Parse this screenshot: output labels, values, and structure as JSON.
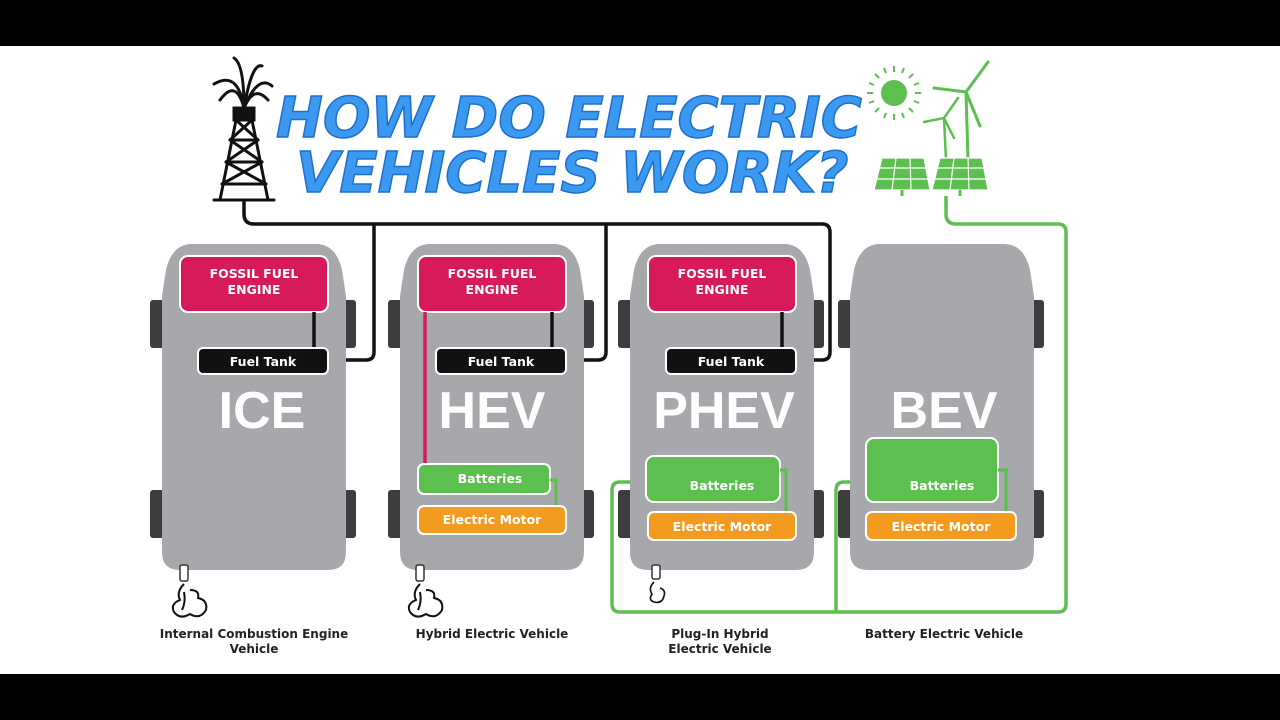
{
  "title": {
    "line1": "HOW DO ELECTRIC",
    "line2": "VEHICLES WORK?"
  },
  "colors": {
    "title": "#3b9af0",
    "car_body": "#a7a8ab",
    "engine": "#d61a5a",
    "fuel_tank": "#111111",
    "batteries": "#5cbf4f",
    "motor": "#f39b1e",
    "fossil_line": "#111111",
    "renewable_line": "#5cbf4f"
  },
  "labels": {
    "engine": "FOSSIL FUEL\nENGINE",
    "fuel_tank": "Fuel Tank",
    "batteries": "Batteries",
    "motor": "Electric Motor"
  },
  "vehicles": [
    {
      "code": "ICE",
      "caption_line1": "Internal Combustion Engine",
      "caption_line2": "Vehicle"
    },
    {
      "code": "HEV",
      "caption_line1": "Hybrid Electric Vehicle",
      "caption_line2": ""
    },
    {
      "code": "PHEV",
      "caption_line1": "Plug-In Hybrid",
      "caption_line2": "Electric Vehicle"
    },
    {
      "code": "BEV",
      "caption_line1": "Battery Electric Vehicle",
      "caption_line2": ""
    }
  ],
  "icons": [
    "oil-derrick-icon",
    "sun-icon",
    "wind-turbine-icon",
    "solar-panel-icon",
    "exhaust-smoke-icon"
  ]
}
